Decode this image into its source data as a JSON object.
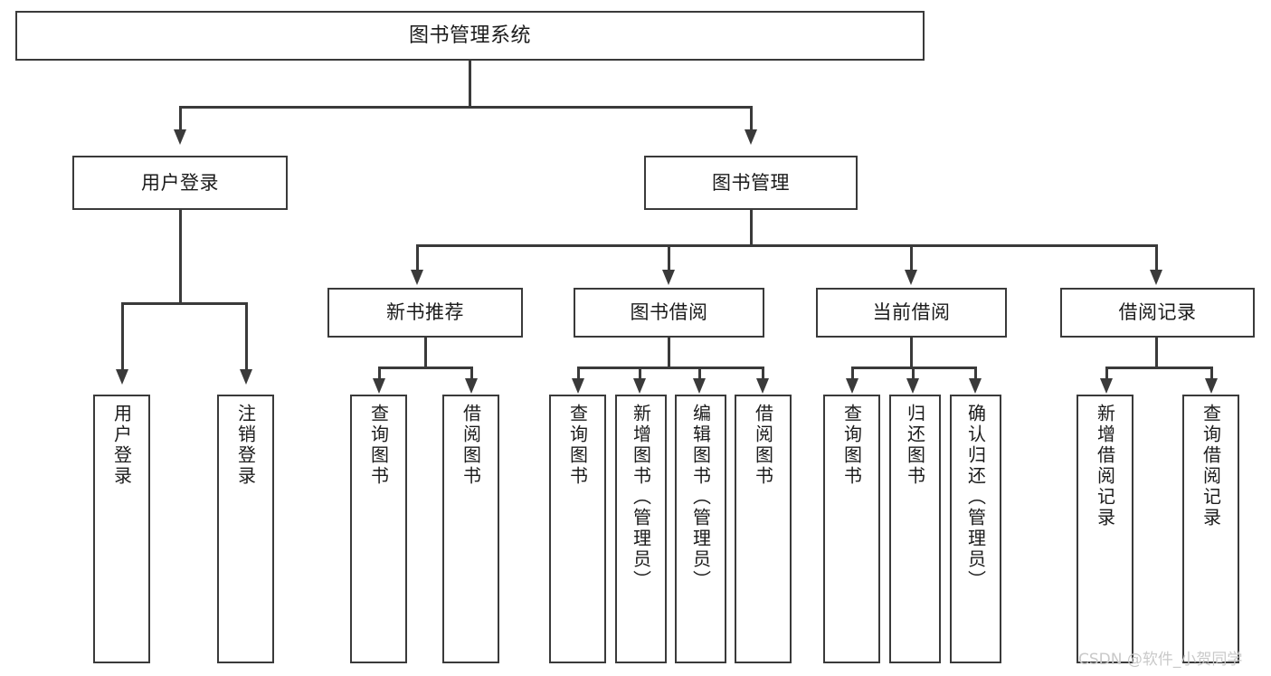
{
  "diagram": {
    "type": "tree",
    "title": "图书管理系统",
    "watermark": "CSDN @软件_小贺同学",
    "colors": {
      "stroke": "#3a3a3a",
      "fill": "#ffffff",
      "text": "#1b1b1b",
      "watermark": "#c9c9c9"
    },
    "nodes": {
      "root": {
        "label": "图书管理系统"
      },
      "tier1": [
        {
          "id": "user-login",
          "label": "用户登录"
        },
        {
          "id": "book-manage",
          "label": "图书管理"
        }
      ],
      "tier2": [
        {
          "id": "new-book-recommend",
          "label": "新书推荐"
        },
        {
          "id": "book-borrow",
          "label": "图书借阅"
        },
        {
          "id": "current-borrow",
          "label": "当前借阅"
        },
        {
          "id": "borrow-record",
          "label": "借阅记录"
        }
      ],
      "leaves": {
        "user_login": [
          {
            "id": "leaf-user-login",
            "label": "用户登录"
          },
          {
            "id": "leaf-logout-login",
            "label": "注销登录"
          }
        ],
        "new_book_recommend": [
          {
            "id": "leaf-query-book-1",
            "label": "查询图书"
          },
          {
            "id": "leaf-borrow-book-1",
            "label": "借阅图书"
          }
        ],
        "book_borrow": [
          {
            "id": "leaf-query-book-2",
            "label": "查询图书"
          },
          {
            "id": "leaf-add-book",
            "label": "新增图书（管理员）"
          },
          {
            "id": "leaf-edit-book",
            "label": "编辑图书（管理员）"
          },
          {
            "id": "leaf-borrow-book-2",
            "label": "借阅图书"
          }
        ],
        "current_borrow": [
          {
            "id": "leaf-query-book-3",
            "label": "查询图书"
          },
          {
            "id": "leaf-return-book",
            "label": "归还图书"
          },
          {
            "id": "leaf-confirm-return",
            "label": "确认归还（管理员）"
          }
        ],
        "borrow_record": [
          {
            "id": "leaf-add-record",
            "label": "新增借阅记录"
          },
          {
            "id": "leaf-query-record",
            "label": "查询借阅记录"
          }
        ]
      }
    }
  }
}
